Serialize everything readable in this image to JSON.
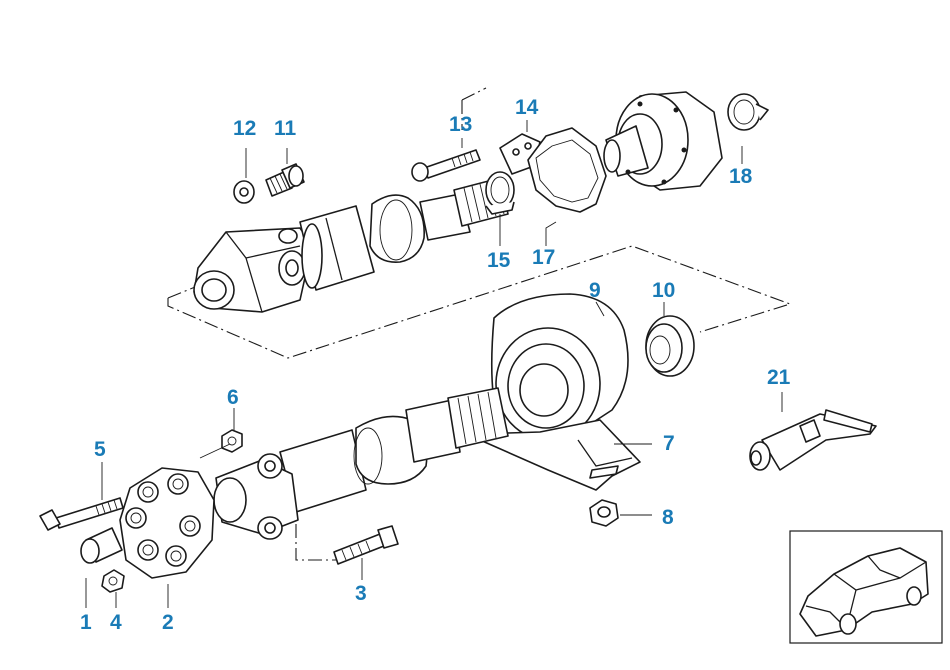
{
  "diagram": {
    "callouts": [
      {
        "id": "c1",
        "label": "1"
      },
      {
        "id": "c2",
        "label": "2"
      },
      {
        "id": "c3",
        "label": "3"
      },
      {
        "id": "c4",
        "label": "4"
      },
      {
        "id": "c5",
        "label": "5"
      },
      {
        "id": "c6",
        "label": "6"
      },
      {
        "id": "c7",
        "label": "7"
      },
      {
        "id": "c8",
        "label": "8"
      },
      {
        "id": "c9",
        "label": "9"
      },
      {
        "id": "c10",
        "label": "10"
      },
      {
        "id": "c11",
        "label": "11"
      },
      {
        "id": "c12",
        "label": "12"
      },
      {
        "id": "c13",
        "label": "13"
      },
      {
        "id": "c14",
        "label": "14"
      },
      {
        "id": "c15",
        "label": "15"
      },
      {
        "id": "c17",
        "label": "17"
      },
      {
        "id": "c18",
        "label": "18"
      },
      {
        "id": "c21",
        "label": "21"
      }
    ],
    "label_color": "#1a7bb6",
    "line_color": "#1b1b1b",
    "thumbnail": {
      "icon": "car-icon"
    }
  }
}
